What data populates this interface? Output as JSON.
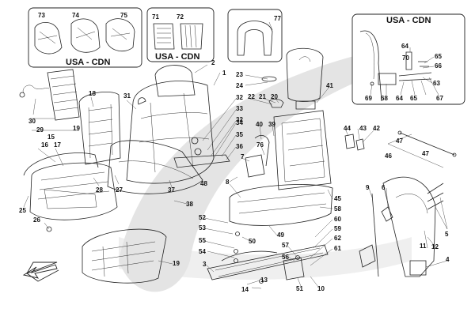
{
  "insets": {
    "top_left_caption": "USA - CDN",
    "top_mid_caption": "USA - CDN",
    "top_right_caption": "USA - CDN"
  },
  "labels": [
    {
      "id": "73",
      "text": "73"
    },
    {
      "id": "74",
      "text": "74"
    },
    {
      "id": "75",
      "text": "75"
    },
    {
      "id": "71",
      "text": "71"
    },
    {
      "id": "72",
      "text": "72"
    },
    {
      "id": "77",
      "text": "77"
    },
    {
      "id": "2",
      "text": "2"
    },
    {
      "id": "1",
      "text": "1"
    },
    {
      "id": "18",
      "text": "18"
    },
    {
      "id": "31",
      "text": "31"
    },
    {
      "id": "30",
      "text": "30"
    },
    {
      "id": "29",
      "text": "29"
    },
    {
      "id": "19a",
      "text": "19"
    },
    {
      "id": "15",
      "text": "15"
    },
    {
      "id": "16",
      "text": "16"
    },
    {
      "id": "17",
      "text": "17"
    },
    {
      "id": "28",
      "text": "28"
    },
    {
      "id": "27",
      "text": "27"
    },
    {
      "id": "37",
      "text": "37"
    },
    {
      "id": "25",
      "text": "25"
    },
    {
      "id": "26",
      "text": "26"
    },
    {
      "id": "38",
      "text": "38"
    },
    {
      "id": "23",
      "text": "23"
    },
    {
      "id": "24",
      "text": "24"
    },
    {
      "id": "22",
      "text": "22"
    },
    {
      "id": "21",
      "text": "21"
    },
    {
      "id": "20",
      "text": "20"
    },
    {
      "id": "32a",
      "text": "32"
    },
    {
      "id": "33",
      "text": "33"
    },
    {
      "id": "32b",
      "text": "32"
    },
    {
      "id": "34",
      "text": "34"
    },
    {
      "id": "35",
      "text": "35"
    },
    {
      "id": "36",
      "text": "36"
    },
    {
      "id": "40",
      "text": "40"
    },
    {
      "id": "39",
      "text": "39"
    },
    {
      "id": "76",
      "text": "76"
    },
    {
      "id": "41",
      "text": "41"
    },
    {
      "id": "7",
      "text": "7"
    },
    {
      "id": "8",
      "text": "8"
    },
    {
      "id": "48",
      "text": "48"
    },
    {
      "id": "52",
      "text": "52"
    },
    {
      "id": "53",
      "text": "53"
    },
    {
      "id": "55",
      "text": "55"
    },
    {
      "id": "50",
      "text": "50"
    },
    {
      "id": "54",
      "text": "54"
    },
    {
      "id": "49",
      "text": "49"
    },
    {
      "id": "19b",
      "text": "19"
    },
    {
      "id": "3",
      "text": "3"
    },
    {
      "id": "13",
      "text": "13"
    },
    {
      "id": "14",
      "text": "14"
    },
    {
      "id": "51",
      "text": "51"
    },
    {
      "id": "10",
      "text": "10"
    },
    {
      "id": "57",
      "text": "57"
    },
    {
      "id": "56",
      "text": "56"
    },
    {
      "id": "58",
      "text": "58"
    },
    {
      "id": "60",
      "text": "60"
    },
    {
      "id": "59",
      "text": "59"
    },
    {
      "id": "62",
      "text": "62"
    },
    {
      "id": "61",
      "text": "61"
    },
    {
      "id": "44",
      "text": "44"
    },
    {
      "id": "43",
      "text": "43"
    },
    {
      "id": "42",
      "text": "42"
    },
    {
      "id": "45",
      "text": "45"
    },
    {
      "id": "47a",
      "text": "47"
    },
    {
      "id": "46",
      "text": "46"
    },
    {
      "id": "47b",
      "text": "47"
    },
    {
      "id": "9",
      "text": "9"
    },
    {
      "id": "6",
      "text": "6"
    },
    {
      "id": "5",
      "text": "5"
    },
    {
      "id": "11",
      "text": "11"
    },
    {
      "id": "12",
      "text": "12"
    },
    {
      "id": "4",
      "text": "4"
    },
    {
      "id": "64a",
      "text": "64"
    },
    {
      "id": "70",
      "text": "70"
    },
    {
      "id": "65a",
      "text": "65"
    },
    {
      "id": "66",
      "text": "66"
    },
    {
      "id": "63",
      "text": "63"
    },
    {
      "id": "69",
      "text": "69"
    },
    {
      "id": "68",
      "text": "68"
    },
    {
      "id": "64b",
      "text": "64"
    },
    {
      "id": "65b",
      "text": "65"
    },
    {
      "id": "67",
      "text": "67"
    }
  ],
  "colors": {
    "line": "#222222",
    "swoosh": "#e4e4e4",
    "background": "#ffffff"
  }
}
